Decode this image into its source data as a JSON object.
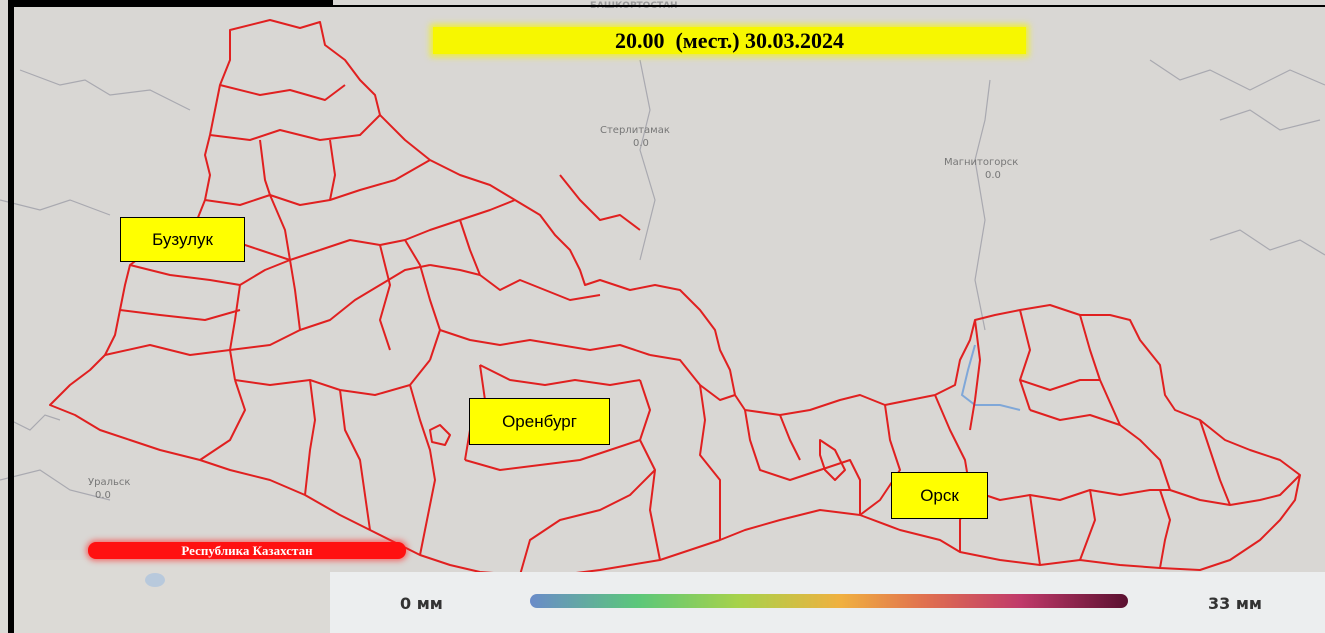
{
  "title": "20.00  (мест.) 30.03.2024",
  "cities": [
    {
      "name": "Бузулук"
    },
    {
      "name": "Оренбург"
    },
    {
      "name": "Орск"
    }
  ],
  "country_label": "Республика Казахстан",
  "map_labels": [
    {
      "name": "Стерлитамак",
      "value": "0.0"
    },
    {
      "name": "Магнитогорск",
      "value": "0.0"
    },
    {
      "name": "Уральск",
      "value": "0.0"
    },
    {
      "name": "БАШКОРТОСТАН"
    }
  ],
  "legend": {
    "min": "0 мм",
    "max": "33 мм",
    "gradient_colors": [
      "#6a8bc9",
      "#5bc77a",
      "#a7d24a",
      "#f0b040",
      "#e0704f",
      "#c03a6a",
      "#5a1030"
    ]
  },
  "colors": {
    "boundary": "#e02020",
    "title_bg": "#f7f700",
    "city_box_bg": "#ffff00",
    "country_bar": "#ff1111"
  }
}
